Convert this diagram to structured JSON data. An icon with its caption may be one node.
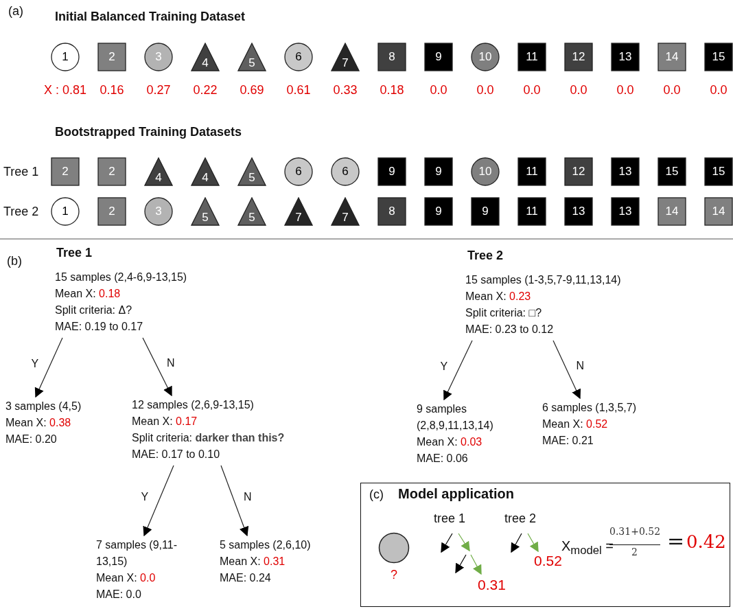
{
  "diagram": {
    "nodes": [
      {
        "text": [
          "1"
        ],
        "beside": [
          "X : 0.81"
        ]
      },
      {
        "text": [
          "2"
        ],
        "beside": [
          "0.16"
        ]
      },
      {
        "text": [
          "3"
        ],
        "beside": [
          "0.27"
        ]
      },
      {
        "text": [
          "4"
        ],
        "beside": [
          "0.22"
        ]
      },
      {
        "text": [
          "5"
        ],
        "beside": [
          "0.69"
        ]
      },
      {
        "text": [
          "6"
        ],
        "beside": [
          "0.61"
        ]
      },
      {
        "text": [
          "7"
        ],
        "beside": [
          "0.33"
        ]
      },
      {
        "text": [
          "8"
        ],
        "beside": [
          "0.18"
        ]
      },
      {
        "text": [
          "9"
        ],
        "beside": [
          "0.0"
        ]
      },
      {
        "text": [
          "10"
        ],
        "beside": [
          "0.0"
        ]
      },
      {
        "text": [
          "11"
        ],
        "beside": [
          "0.0"
        ]
      },
      {
        "text": [
          "12"
        ],
        "beside": [
          "0.0"
        ]
      },
      {
        "text": [
          "13"
        ],
        "beside": [
          "0.0"
        ]
      },
      {
        "text": [
          "14"
        ],
        "beside": [
          "0.0"
        ]
      },
      {
        "text": [
          "15"
        ],
        "beside": [
          "0.0"
        ]
      },
      {
        "text": [
          "2"
        ]
      },
      {
        "text": [
          "2"
        ]
      },
      {
        "text": [
          "4"
        ]
      },
      {
        "text": [
          "4"
        ]
      },
      {
        "text": [
          "5"
        ]
      },
      {
        "text": [
          "6"
        ]
      },
      {
        "text": [
          "6"
        ]
      },
      {
        "text": [
          "9"
        ]
      },
      {
        "text": [
          "9"
        ]
      },
      {
        "text": [
          "10"
        ]
      },
      {
        "text": [
          "11"
        ]
      },
      {
        "text": [
          "12"
        ]
      },
      {
        "text": [
          "13"
        ]
      },
      {
        "text": [
          "15"
        ]
      },
      {
        "text": [
          "15"
        ]
      },
      {
        "text": [
          "1"
        ]
      },
      {
        "text": [
          "2"
        ]
      },
      {
        "text": [
          "3"
        ]
      },
      {
        "text": [
          "5"
        ]
      },
      {
        "text": [
          "5"
        ]
      },
      {
        "text": [
          "7"
        ]
      },
      {
        "text": [
          "7"
        ]
      },
      {
        "text": [
          "8"
        ]
      },
      {
        "text": [
          "9"
        ]
      },
      {
        "text": [
          "9"
        ]
      },
      {
        "text": [
          "11"
        ]
      },
      {
        "text": [
          "13"
        ]
      },
      {
        "text": [
          "13"
        ]
      },
      {
        "text": [
          "14"
        ]
      },
      {
        "text": [
          "14"
        ]
      },
      {
        "text": [
          "15 samples (2,4-6,9-13,15)",
          "Mean X:",
          "0.18",
          "Split criteria: Δ?",
          "MAE: 0.19 to 0.17"
        ]
      },
      {
        "text": [
          "3 samples (4,5)",
          "Mean X:",
          "0.38",
          "MAE: 0.20"
        ]
      },
      {
        "text": [
          "12 samples (2,6,9-13,15)",
          "Mean X:",
          "0.17",
          "Split criteria: **darker than this?**",
          "MAE: 0.17 to 0.10"
        ]
      },
      {
        "text": [
          "7 samples (9,11-13,15)",
          "Mean X:",
          "0.0",
          "MAE: 0.0"
        ]
      },
      {
        "text": [
          "5 samples (2,6,10)",
          "Mean X:",
          "0.31",
          "MAE: 0.24"
        ]
      },
      {
        "text": [
          "15 samples (1-3,5,7-9,11,13,14)",
          "Mean X:",
          "0.23",
          "Split criteria: □?",
          "MAE: 0.23 to 0.12"
        ]
      },
      {
        "text": [
          "9 samples (2,8,9,11,13,14)",
          "Mean X:",
          "0.03",
          "MAE: 0.06"
        ]
      },
      {
        "text": [
          "6 samples (1,3,5,7)",
          "Mean X:",
          "0.52",
          "MAE: 0.21"
        ]
      },
      {
        "text": [
          "(c)",
          "Model application"
        ]
      },
      {
        "text": [],
        "shape": "circle",
        "in": 53,
        "beside": [
          "?"
        ]
      }
    ],
    "edges": [
      {
        "from": 45,
        "to": 46,
        "arrow": "to",
        "label": "Y"
      },
      {
        "from": 45,
        "to": 47,
        "arrow": "to",
        "label": "N"
      },
      {
        "from": 47,
        "to": 48,
        "arrow": "to",
        "label": "Y"
      },
      {
        "from": 47,
        "to": 49,
        "arrow": "to",
        "label": "N"
      },
      {
        "from": 50,
        "to": 51,
        "arrow": "to",
        "label": "Y"
      },
      {
        "from": 50,
        "to": 52,
        "arrow": "to",
        "label": "N"
      }
    ],
    "labels": [
      "(a)",
      "Initial Balanced Training Dataset",
      "Bootstrapped Training Datasets",
      "Tree 1",
      "Tree 2",
      "(b)",
      "Tree 1",
      "Tree 2",
      "tree 1",
      "tree 2",
      "0.52",
      "0.31",
      "X$_{model}$ =",
      "0.31+0.52",
      "2",
      "=",
      "0.42"
    ]
  }
}
